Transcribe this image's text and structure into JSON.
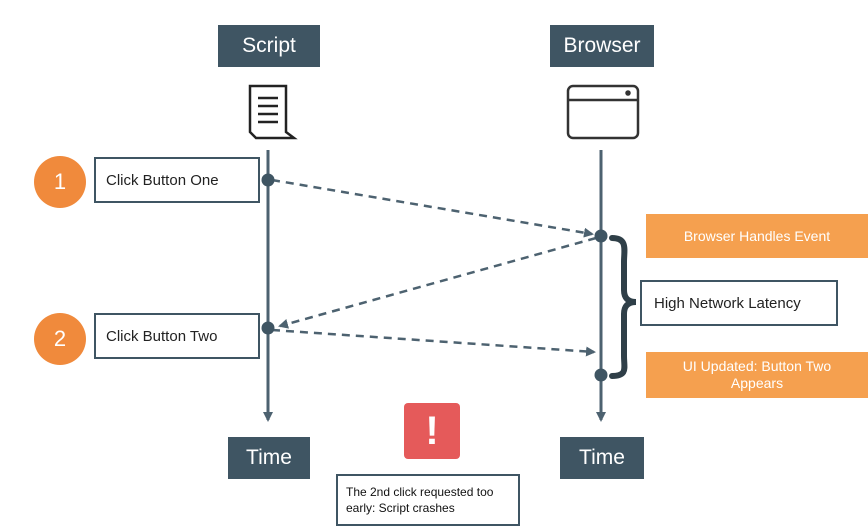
{
  "lanes": {
    "script_label": "Script",
    "browser_label": "Browser",
    "script_time": "Time",
    "browser_time": "Time"
  },
  "steps": [
    {
      "number": "1",
      "label": "Click Button One"
    },
    {
      "number": "2",
      "label": "Click Button Two"
    }
  ],
  "browser_events": {
    "handles_event": "Browser Handles Event",
    "latency": "High Network Latency",
    "ui_updated": "UI Updated: Button Two Appears"
  },
  "warning": {
    "icon": "!",
    "message": "The 2nd click requested too early: Script crashes"
  },
  "colors": {
    "header": "#3f5563",
    "accent": "#f5a04f",
    "step_circle": "#f08a3c",
    "warning": "#e55a5a",
    "line": "#4d6270"
  },
  "icons": [
    "scroll-icon",
    "browser-window-icon",
    "exclamation-icon"
  ]
}
